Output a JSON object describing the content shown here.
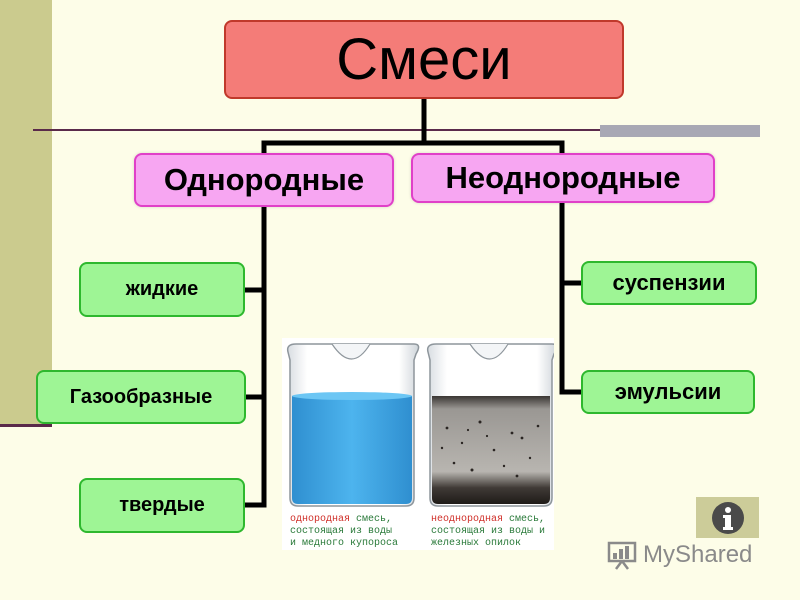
{
  "diagram": {
    "root": "Смеси",
    "categories": {
      "homogeneous": "Однородные",
      "heterogeneous": "Неоднородные"
    },
    "homogeneous_types": [
      "жидкие",
      "Газообразные",
      "твердые"
    ],
    "heterogeneous_types": [
      "суспензии",
      "эмульсии"
    ]
  },
  "photo": {
    "left_caption": {
      "highlight": "однородная",
      "line1_rest": " смесь,",
      "line2": "состоящая из воды",
      "line3": "и медного купороса"
    },
    "right_caption": {
      "highlight": "неоднородная",
      "line1_rest": " смесь,",
      "line2": "состоящая из воды и",
      "line3": "железных опилок"
    }
  },
  "watermark": {
    "text": "MyShared"
  },
  "icons": {
    "info": "info-icon",
    "presentation": "presentation-icon"
  },
  "colors": {
    "root_fill": "#f47c78",
    "category_fill": "#f7a6f2",
    "leaf_fill": "#9ef595",
    "copper_solution": "#3aa6e0",
    "iron_mixture": "#6b6560"
  }
}
